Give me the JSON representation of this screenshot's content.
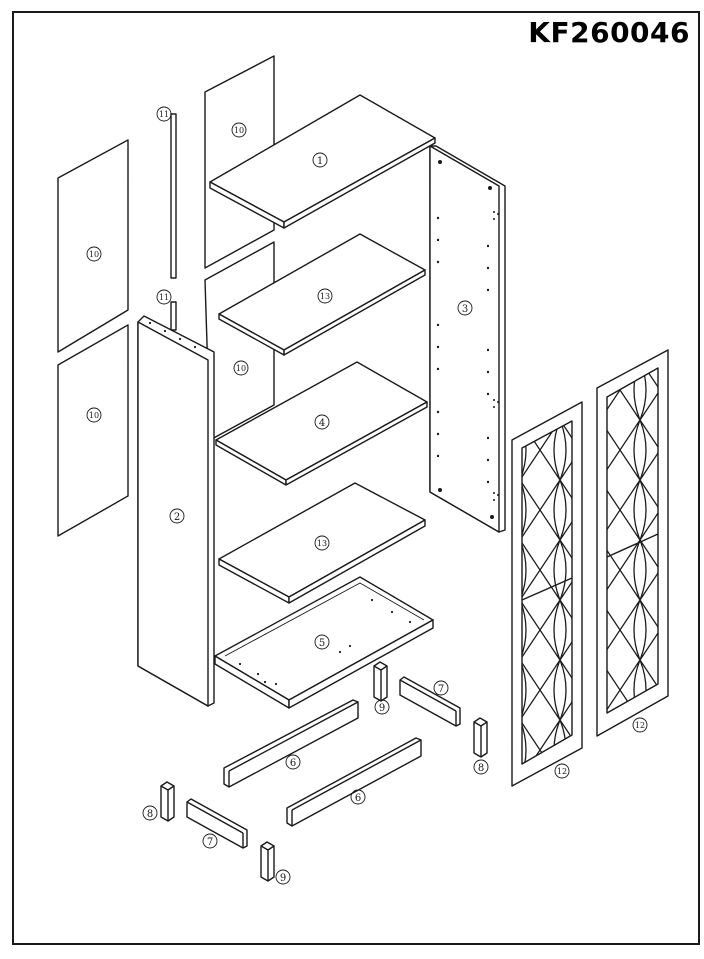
{
  "model_code": "KF260046",
  "colors": {
    "line": "#1a1a1a",
    "background": "#ffffff"
  },
  "parts": [
    {
      "id": "shelf-top",
      "label": "1"
    },
    {
      "id": "side-left",
      "label": "2"
    },
    {
      "id": "side-right",
      "label": "3"
    },
    {
      "id": "shelf-fixed",
      "label": "4"
    },
    {
      "id": "bottom-panel",
      "label": "5"
    },
    {
      "id": "long-rail-front",
      "label": "6"
    },
    {
      "id": "long-rail-back",
      "label": "6"
    },
    {
      "id": "short-rail-left",
      "label": "7"
    },
    {
      "id": "short-rail-right",
      "label": "7"
    },
    {
      "id": "leg-front-left",
      "label": "8"
    },
    {
      "id": "leg-back-right",
      "label": "8"
    },
    {
      "id": "leg-back-left",
      "label": "9"
    },
    {
      "id": "leg-front-right",
      "label": "9"
    },
    {
      "id": "back-panel-upper-right",
      "label": "10"
    },
    {
      "id": "back-panel-upper-left",
      "label": "10"
    },
    {
      "id": "back-panel-lower-right",
      "label": "10"
    },
    {
      "id": "back-panel-lower-left",
      "label": "10"
    },
    {
      "id": "joining-strip-upper",
      "label": "11"
    },
    {
      "id": "joining-strip-lower",
      "label": "11"
    },
    {
      "id": "door-left",
      "label": "12"
    },
    {
      "id": "door-right",
      "label": "12"
    },
    {
      "id": "shelf-adjustable-upper",
      "label": "13"
    },
    {
      "id": "shelf-adjustable-lower",
      "label": "13"
    }
  ]
}
